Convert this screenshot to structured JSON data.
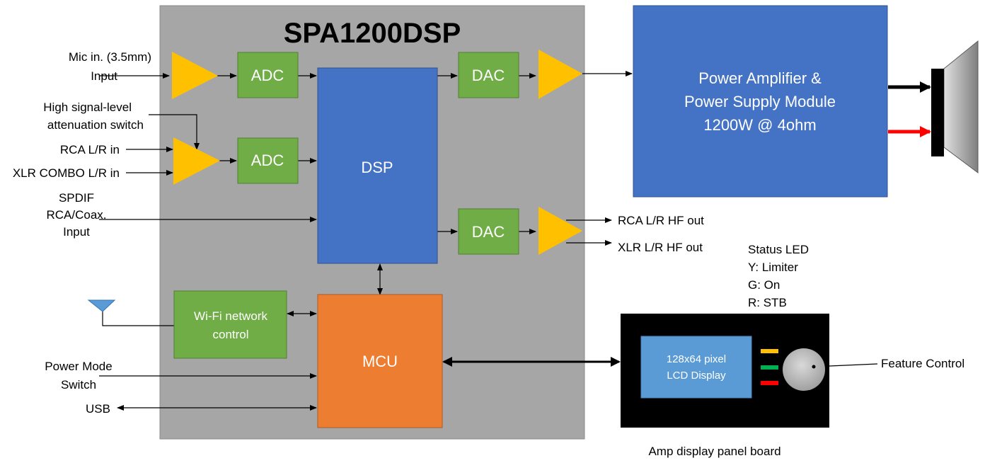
{
  "title": "SPA1200DSP",
  "blocks": {
    "adc1": "ADC",
    "adc2": "ADC",
    "dac1": "DAC",
    "dac2": "DAC",
    "dsp": "DSP",
    "mcu": "MCU",
    "wifi": [
      "Wi-Fi network",
      "control"
    ],
    "power_amp": [
      "Power Amplifier &",
      "Power Supply Module",
      "1200W @ 4ohm"
    ],
    "lcd": [
      "128x64 pixel",
      "LCD Display"
    ]
  },
  "inputs": {
    "mic": [
      "Mic in. (3.5mm)",
      "Input"
    ],
    "attenuation": [
      "High  signal-level",
      "attenuation switch"
    ],
    "rca_in": "RCA L/R in",
    "xlr_in": "XLR COMBO L/R in",
    "spdif": [
      "SPDIF",
      "RCA/Coax.",
      "Input"
    ],
    "power_mode": [
      "Power Mode",
      "Switch"
    ],
    "usb": "USB"
  },
  "outputs": {
    "rca_hf": "RCA L/R HF out",
    "xlr_hf": "XLR L/R HF out"
  },
  "status_led": [
    "Status LED",
    "Y: Limiter",
    "G: On",
    "R: STB"
  ],
  "feature_control": "Feature Control",
  "panel_label": "Amp display panel board",
  "colors": {
    "chassis": "#a6a6a6",
    "blue": "#4472c4",
    "green": "#70ad47",
    "orange": "#ed7d31",
    "amp_yellow": "#ffc000",
    "lcd": "#5b9bd5",
    "led_yellow": "#ffc000",
    "led_green": "#00b050",
    "led_red": "#ff0000"
  }
}
